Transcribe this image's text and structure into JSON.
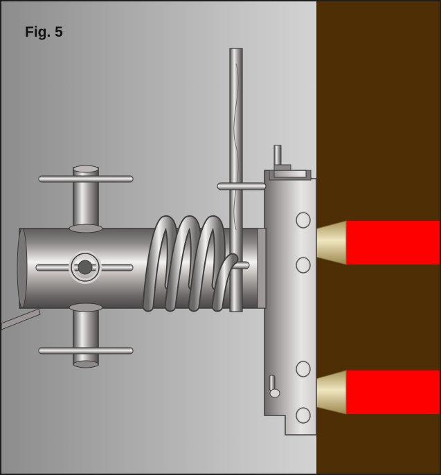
{
  "figure": {
    "label": "Fig. 5"
  },
  "colors": {
    "wall": "#4e2e04",
    "red_bar": "#ff0000",
    "tip": "#d8c78e",
    "background_dark": "#8c8c8c",
    "background_light": "#ededed"
  },
  "parts": [
    {
      "name": "wall-panel",
      "icon": "wall-icon"
    },
    {
      "name": "mounting-plate",
      "icon": "plate-icon"
    },
    {
      "name": "main-tube",
      "icon": "tube-icon"
    },
    {
      "name": "coil-spring",
      "icon": "spring-icon"
    },
    {
      "name": "vertical-rod",
      "icon": "rod-icon"
    },
    {
      "name": "upper-wedge-bolt",
      "icon": "wedge-icon"
    },
    {
      "name": "lower-wedge-bolt",
      "icon": "wedge-icon"
    },
    {
      "name": "upper-red-bar",
      "icon": "bar-icon"
    },
    {
      "name": "lower-red-bar",
      "icon": "bar-icon"
    }
  ]
}
